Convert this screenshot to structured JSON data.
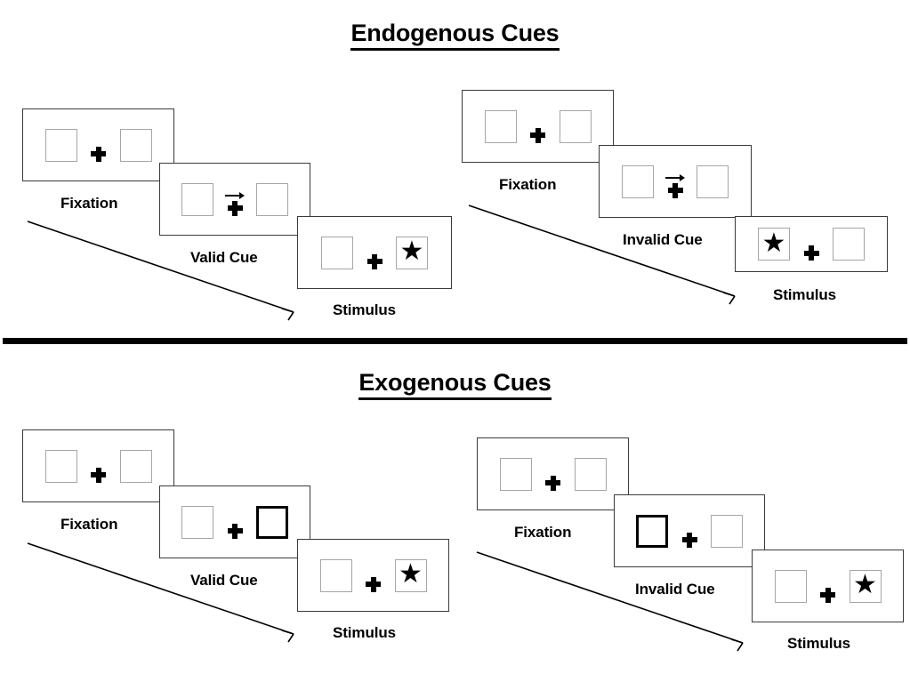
{
  "figure": {
    "sections": [
      {
        "id": "endogenous",
        "title": "Endogenous Cues",
        "title_underlined": true,
        "sequences": [
          {
            "id": "endogenous-valid",
            "frames": [
              {
                "caption": "Fixation",
                "left_box": "empty",
                "right_box": "empty",
                "cue_arrow": "none",
                "fixation_cross": true
              },
              {
                "caption": "Valid Cue",
                "left_box": "empty",
                "right_box": "empty",
                "cue_arrow": "right",
                "fixation_cross": true
              },
              {
                "caption": "Stimulus",
                "left_box": "empty",
                "right_box": "star",
                "cue_arrow": "none",
                "fixation_cross": true
              }
            ]
          },
          {
            "id": "endogenous-invalid",
            "frames": [
              {
                "caption": "Fixation",
                "left_box": "empty",
                "right_box": "empty",
                "cue_arrow": "none",
                "fixation_cross": true
              },
              {
                "caption": "Invalid Cue",
                "left_box": "empty",
                "right_box": "empty",
                "cue_arrow": "right",
                "fixation_cross": true
              },
              {
                "caption": "Stimulus",
                "left_box": "star",
                "right_box": "empty",
                "cue_arrow": "none",
                "fixation_cross": true
              }
            ]
          }
        ]
      },
      {
        "id": "exogenous",
        "title": "Exogenous Cues",
        "title_underlined": true,
        "sequences": [
          {
            "id": "exogenous-valid",
            "frames": [
              {
                "caption": "Fixation",
                "left_box": "empty",
                "right_box": "empty",
                "cue_arrow": "none",
                "fixation_cross": true
              },
              {
                "caption": "Valid Cue",
                "left_box": "empty",
                "right_box": "highlight",
                "cue_arrow": "none",
                "fixation_cross": true
              },
              {
                "caption": "Stimulus",
                "left_box": "empty",
                "right_box": "star",
                "cue_arrow": "none",
                "fixation_cross": true
              }
            ]
          },
          {
            "id": "exogenous-invalid",
            "frames": [
              {
                "caption": "Fixation",
                "left_box": "empty",
                "right_box": "empty",
                "cue_arrow": "none",
                "fixation_cross": true
              },
              {
                "caption": "Invalid Cue",
                "left_box": "highlight",
                "right_box": "empty",
                "cue_arrow": "none",
                "fixation_cross": true
              },
              {
                "caption": "Stimulus",
                "left_box": "empty",
                "right_box": "star",
                "cue_arrow": "none",
                "fixation_cross": true
              }
            ]
          }
        ]
      }
    ],
    "time_arrows": [
      {
        "id": "endogenous-valid-time-arrow",
        "direction": "down-right"
      },
      {
        "id": "endogenous-invalid-time-arrow",
        "direction": "down-right"
      },
      {
        "id": "exogenous-valid-time-arrow",
        "direction": "down-right"
      },
      {
        "id": "exogenous-invalid-time-arrow",
        "direction": "down-right"
      }
    ],
    "divider": {
      "present": true,
      "color": "#000000"
    },
    "icons": {
      "star": "star-icon",
      "fixation_cross": "plus-cross-icon",
      "cue_arrow": "arrow-right-icon"
    },
    "colors": {
      "background": "#ffffff",
      "frame_border": "#3a3a3a",
      "box_border": "#a6a6a6",
      "highlight_border": "#000000",
      "text": "#000000"
    }
  }
}
